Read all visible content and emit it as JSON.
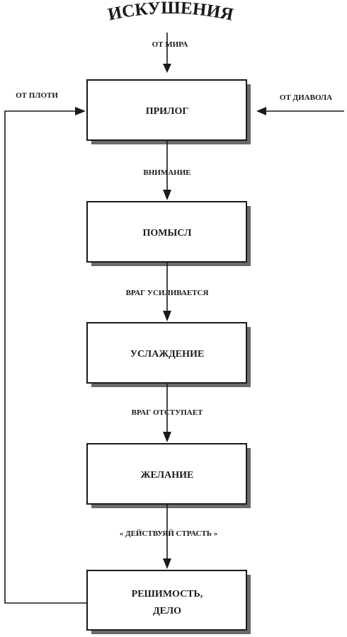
{
  "title": "ИСКУШЕНИЯ",
  "sources": {
    "world": "ОТ МИРА",
    "flesh": "ОТ ПЛОТИ",
    "devil": "ОТ ДИАВОЛА"
  },
  "stages": [
    {
      "line1": "ПРИЛОГ",
      "line2": ""
    },
    {
      "line1": "ПОМЫСЛ",
      "line2": ""
    },
    {
      "line1": "УСЛАЖДЕНИЕ",
      "line2": ""
    },
    {
      "line1": "ЖЕЛАНИЕ",
      "line2": ""
    },
    {
      "line1": "РЕШИМОСТЬ,",
      "line2": "ДЕЛО"
    }
  ],
  "transitions": [
    "ВНИМАНИЕ",
    "ВРАГ УСИЛИВАЕТСЯ",
    "ВРАГ ОТСТУПАЕТ",
    "« ДЕЙСТВУЯЙ СТРАСТЬ »"
  ]
}
